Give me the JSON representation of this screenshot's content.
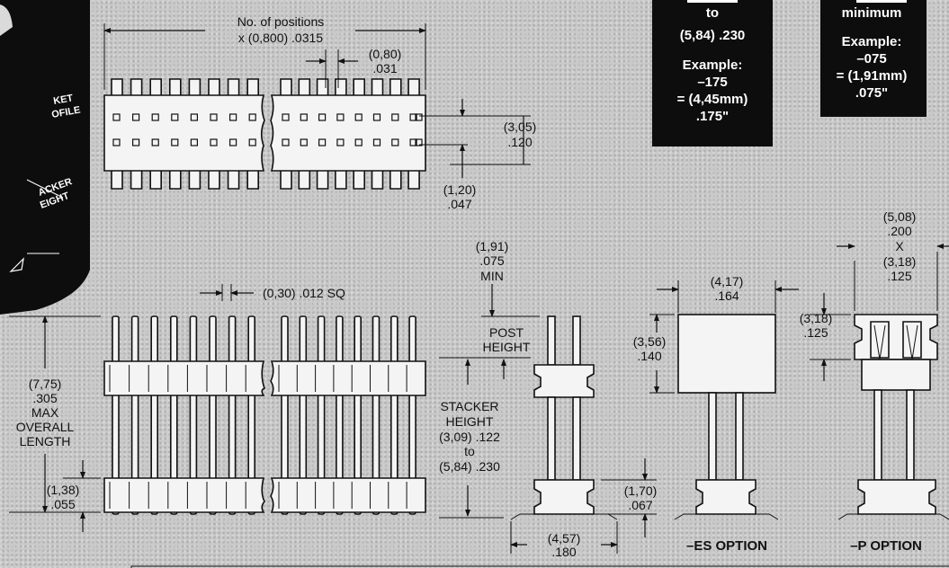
{
  "side_panel": {
    "line1": "KET",
    "line2": "OFILE",
    "line3": "ACKER",
    "line4": "EIGHT"
  },
  "box_left": {
    "line1": "to",
    "line2": "(5,84) .230",
    "line3": "Example:",
    "line4": "–175",
    "line5": "= (4,45mm)",
    "line6": ".175\""
  },
  "box_right": {
    "line1": "minimum",
    "line2": "Example:",
    "line3": "–075",
    "line4": "= (1,91mm)",
    "line5": ".075\""
  },
  "top_view": {
    "positions_1": "No. of positions",
    "positions_2": "x (0,800) .0315",
    "pitch_1": "(0,80)",
    "pitch_2": ".031",
    "row_gap_1": "(3,05)",
    "row_gap_2": ".120",
    "edge_1": "(1,20)",
    "edge_2": ".047"
  },
  "side_view": {
    "post_sq": "(0,30) .012 SQ",
    "overall_1": "(7,75)",
    "overall_2": ".305",
    "overall_3": "MAX",
    "overall_4": "OVERALL",
    "overall_5": "LENGTH",
    "base_1": "(1,38)",
    "base_2": ".055"
  },
  "middle_labels": {
    "post_min_1": "(1,91)",
    "post_min_2": ".075",
    "post_min_3": "MIN",
    "post_height_1": "POST",
    "post_height_2": "HEIGHT",
    "stacker_1": "STACKER",
    "stacker_2": "HEIGHT",
    "stacker_3": "(3,09) .122",
    "stacker_4": "to",
    "stacker_5": "(5,84) .230"
  },
  "end_view": {
    "body_1": "(1,70)",
    "body_2": ".067",
    "width_1": "(4,57)",
    "width_2": ".180"
  },
  "es_option": {
    "width_1": "(4,17)",
    "width_2": ".164",
    "height_1": "(3,56)",
    "height_2": ".140",
    "title": "–ES OPTION"
  },
  "p_option": {
    "size_1": "(5,08)",
    "size_2": ".200",
    "size_3": "X",
    "size_4": "(3,18)",
    "size_5": ".125",
    "height_1": "(3,18)",
    "height_2": ".125",
    "title": "–P OPTION"
  }
}
